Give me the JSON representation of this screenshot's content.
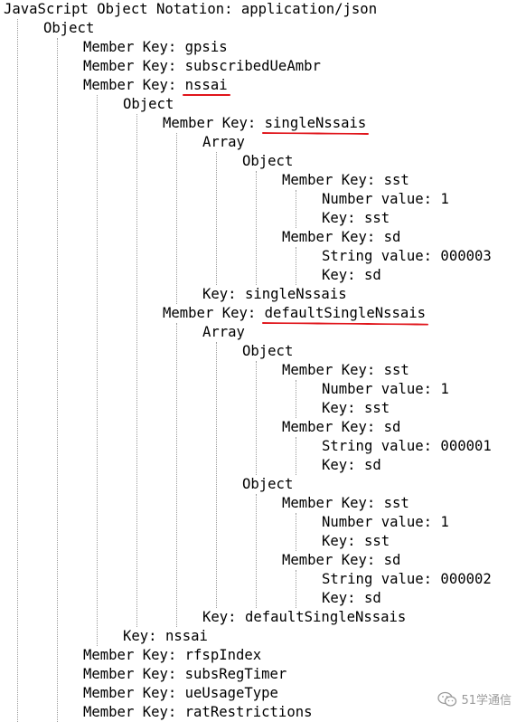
{
  "tree": [
    {
      "depth": 0,
      "text": "JavaScript Object Notation: application/json"
    },
    {
      "depth": 1,
      "text": "Object"
    },
    {
      "depth": 2,
      "text": "Member Key: gpsis"
    },
    {
      "depth": 2,
      "text": "Member Key: subscribedUeAmbr"
    },
    {
      "depth": 2,
      "text": "Member Key: nssai",
      "underlined": true
    },
    {
      "depth": 3,
      "text": "Object"
    },
    {
      "depth": 4,
      "text": "Member Key: singleNssais",
      "underlined": true
    },
    {
      "depth": 5,
      "text": "Array"
    },
    {
      "depth": 6,
      "text": "Object"
    },
    {
      "depth": 7,
      "text": "Member Key: sst"
    },
    {
      "depth": 8,
      "text": "Number value: 1"
    },
    {
      "depth": 8,
      "text": "Key: sst"
    },
    {
      "depth": 7,
      "text": "Member Key: sd"
    },
    {
      "depth": 8,
      "text": "String value: 000003"
    },
    {
      "depth": 8,
      "text": "Key: sd"
    },
    {
      "depth": 5,
      "text": "Key: singleNssais"
    },
    {
      "depth": 4,
      "text": "Member Key: defaultSingleNssais",
      "underlined": true
    },
    {
      "depth": 5,
      "text": "Array"
    },
    {
      "depth": 6,
      "text": "Object"
    },
    {
      "depth": 7,
      "text": "Member Key: sst"
    },
    {
      "depth": 8,
      "text": "Number value: 1"
    },
    {
      "depth": 8,
      "text": "Key: sst"
    },
    {
      "depth": 7,
      "text": "Member Key: sd"
    },
    {
      "depth": 8,
      "text": "String value: 000001"
    },
    {
      "depth": 8,
      "text": "Key: sd"
    },
    {
      "depth": 6,
      "text": "Object"
    },
    {
      "depth": 7,
      "text": "Member Key: sst"
    },
    {
      "depth": 8,
      "text": "Number value: 1"
    },
    {
      "depth": 8,
      "text": "Key: sst"
    },
    {
      "depth": 7,
      "text": "Member Key: sd"
    },
    {
      "depth": 8,
      "text": "String value: 000002"
    },
    {
      "depth": 8,
      "text": "Key: sd"
    },
    {
      "depth": 5,
      "text": "Key: defaultSingleNssais"
    },
    {
      "depth": 3,
      "text": "Key: nssai"
    },
    {
      "depth": 2,
      "text": "Member Key: rfspIndex"
    },
    {
      "depth": 2,
      "text": "Member Key: subsRegTimer"
    },
    {
      "depth": 2,
      "text": "Member Key: ueUsageType"
    },
    {
      "depth": 2,
      "text": "Member Key: ratRestrictions"
    }
  ],
  "colors": {
    "text": "#000000",
    "guide": "#9a9a9a",
    "annotation": "#e0151b",
    "watermark": "#9a9a9a"
  },
  "watermark": {
    "text": "51学通信",
    "icon": "wechat-icon"
  }
}
